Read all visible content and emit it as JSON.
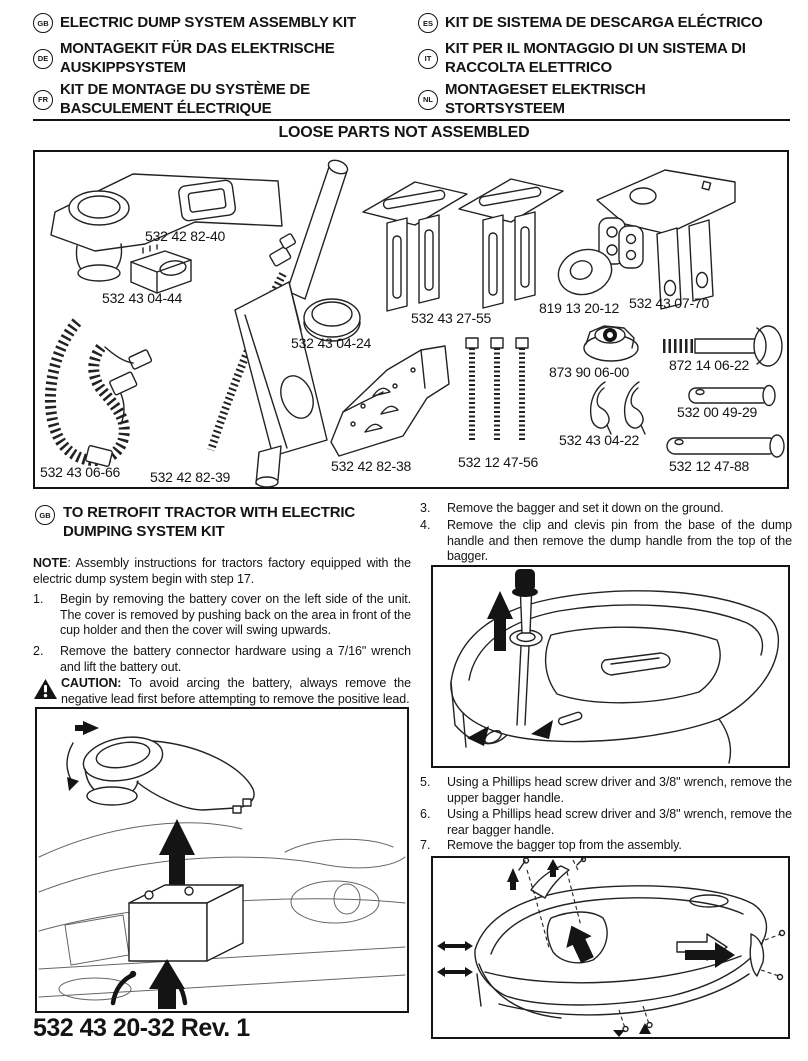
{
  "header": {
    "entries": [
      {
        "code": "GB",
        "line1": "ELECTRIC DUMP SYSTEM ASSEMBLY KIT",
        "line2": ""
      },
      {
        "code": "DE",
        "line1": "MONTAGEKIT FÜR DAS ELEKTRISCHE",
        "line2": "AUSKIPPSYSTEM"
      },
      {
        "code": "FR",
        "line1": "KIT DE MONTAGE DU SYSTÈME DE",
        "line2": "BASCULEMENT ÉLECTRIQUE"
      },
      {
        "code": "ES",
        "line1": "KIT DE SISTEMA DE DESCARGA ELÉCTRICO",
        "line2": ""
      },
      {
        "code": "IT",
        "line1": "KIT PER IL MONTAGGIO DI UN SISTEMA DI",
        "line2": "RACCOLTA ELETTRICO"
      },
      {
        "code": "NL",
        "line1": "MONTAGESET ELEKTRISCH",
        "line2": "STORTSYSTEEM"
      }
    ]
  },
  "loose_parts": {
    "title": "LOOSE PARTS NOT ASSEMBLED",
    "parts": [
      {
        "name": "console-cup-holder-panel",
        "number": "532 42 82-40"
      },
      {
        "name": "dump-switch",
        "number": "532 43 04-44"
      },
      {
        "name": "wire-harness",
        "number": "532 43 06-66"
      },
      {
        "name": "linear-actuator",
        "number": "532 42 82-39"
      },
      {
        "name": "grommet-ring",
        "number": "532 43 04-24"
      },
      {
        "name": "support-brackets",
        "number": "532 43 27-55"
      },
      {
        "name": "mounting-bracket",
        "number": "532 42 82-38"
      },
      {
        "name": "cable-ties",
        "number": "532 12 47-56"
      },
      {
        "name": "washer",
        "number": "819 13 20-12"
      },
      {
        "name": "hinge-bracket",
        "number": "532 43 07-70"
      },
      {
        "name": "flange-nut",
        "number": "873 90 06-00"
      },
      {
        "name": "bolt",
        "number": "872 14 06-22"
      },
      {
        "name": "clevis-pin-short",
        "number": "532 00 49-29"
      },
      {
        "name": "retainer-clips",
        "number": "532 43 04-22"
      },
      {
        "name": "clevis-pin-long",
        "number": "532 12 47-88"
      }
    ]
  },
  "instructions": {
    "code": "GB",
    "title_line1": "TO RETROFIT TRACTOR WITH ELECTRIC",
    "title_line2": "DUMPING SYSTEM KIT",
    "note_label": "NOTE",
    "note_text": ": Assembly instructions for tractors factory equipped with the electric dump system begin with step 17.",
    "caution_label": "CAUTION:",
    "caution_text": " To avoid arcing the battery, always remove the negative lead first before attempting to remove the positive lead.",
    "steps": [
      {
        "num": "1.",
        "text": "Begin by removing the battery cover on the left side of the unit. The cover is removed by pushing back on the area in front of the cup holder and then the cover will swing upwards."
      },
      {
        "num": "2.",
        "text": "Remove the battery connector hardware using a 7/16\" wrench and lift the battery out."
      },
      {
        "num": "3.",
        "text": "Remove the bagger and set it down on the ground."
      },
      {
        "num": "4.",
        "text": "Remove the clip and clevis pin from the base of the dump handle and then remove the dump handle from the top of the bagger."
      },
      {
        "num": "5.",
        "text": "Using a Phillips head screw driver and 3/8\" wrench, remove the upper bagger handle."
      },
      {
        "num": "6.",
        "text": "Using a Phillips head screw driver and 3/8\" wrench, remove the rear bagger handle."
      },
      {
        "num": "7.",
        "text": "Remove the bagger top from the assembly."
      }
    ]
  },
  "footer": {
    "doc_number": "532 43 20-32 Rev. 1"
  }
}
